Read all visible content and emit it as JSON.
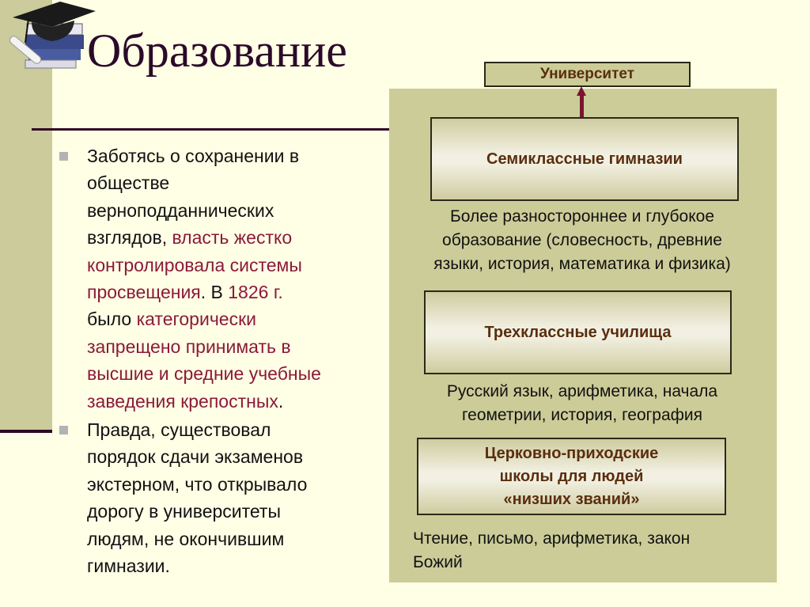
{
  "title": "Образование",
  "left_text": {
    "paragraphs": [
      {
        "lines": [
          [
            {
              "t": "Заботясь о сохранении в",
              "hl": false
            }
          ],
          [
            {
              "t": "обществе",
              "hl": false
            }
          ],
          [
            {
              "t": "верноподданнических",
              "hl": false
            }
          ],
          [
            {
              "t": "взглядов, ",
              "hl": false
            },
            {
              "t": "власть жестко",
              "hl": true
            }
          ],
          [
            {
              "t": "контролировала системы",
              "hl": true
            }
          ],
          [
            {
              "t": "просвещения",
              "hl": true
            },
            {
              "t": ". В ",
              "hl": false
            },
            {
              "t": "1826 г.",
              "hl": true
            }
          ],
          [
            {
              "t": "было ",
              "hl": false
            },
            {
              "t": "категорически",
              "hl": true
            }
          ],
          [
            {
              "t": "запрещено принимать в",
              "hl": true
            }
          ],
          [
            {
              "t": "высшие и средние учебные",
              "hl": true
            }
          ],
          [
            {
              "t": "заведения крепостных",
              "hl": true
            },
            {
              "t": ".",
              "hl": false
            }
          ]
        ]
      },
      {
        "lines": [
          [
            {
              "t": "Правда, существовал",
              "hl": false
            }
          ],
          [
            {
              "t": "порядок сдачи экзаменов",
              "hl": false
            }
          ],
          [
            {
              "t": "экстерном, что открывало",
              "hl": false
            }
          ],
          [
            {
              "t": "дорогу в университеты",
              "hl": false
            }
          ],
          [
            {
              "t": "людям, не окончившим",
              "hl": false
            }
          ],
          [
            {
              "t": "гимназии.",
              "hl": false
            }
          ]
        ]
      }
    ]
  },
  "diagram": {
    "university": "Университет",
    "gymnasium": {
      "label": "Семиклассные гимназии",
      "desc": [
        "Более разностороннее и глубокое",
        "образование (словесность, древние",
        "языки, история, математика и физика)"
      ]
    },
    "uchilishcha": {
      "label": "Трехклассные училища",
      "desc": [
        "Русский язык, арифметика, начала",
        "геометрии, история, география"
      ]
    },
    "church": {
      "label": [
        "Церковно-приходские",
        "школы для людей",
        "«низших званий»"
      ],
      "desc": [
        "Чтение, письмо, арифметика, закон",
        "Божий"
      ]
    }
  },
  "colors": {
    "highlight": "#8B1A38",
    "panel": "#CCCC99",
    "background": "#FFFFE6"
  }
}
